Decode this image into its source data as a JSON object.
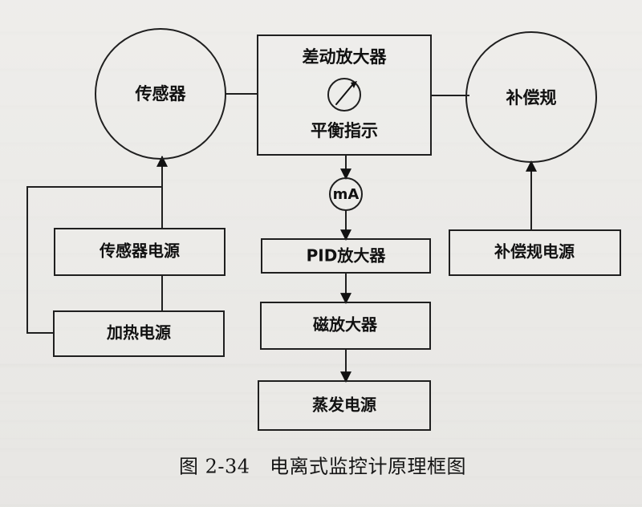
{
  "diagram": {
    "nodes": {
      "sensor": "传感器",
      "diff_amp_top": "差动放大器",
      "balance_indicator": "平衡指示",
      "compensator": "补偿规",
      "ma_meter": "mA",
      "sensor_power": "传感器电源",
      "pid_amp": "PID放大器",
      "comp_power": "补偿规电源",
      "heater_power": "加热电源",
      "magnetic_amp": "磁放大器",
      "evaporation_power": "蒸发电源"
    },
    "caption": "图 2-34　电离式监控计原理框图"
  }
}
